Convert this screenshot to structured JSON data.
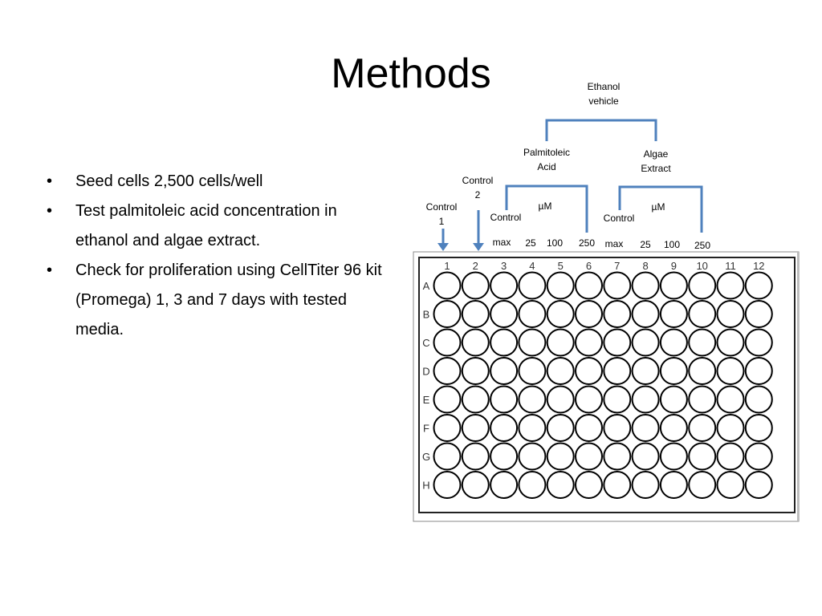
{
  "slide": {
    "title": "Methods",
    "bullet_marker": "•",
    "bullets": [
      "Seed cells 2,500 cells/well",
      "Test palmitoleic acid concentration in ethanol and algae extract.",
      "Check for proliferation using CellTiter 96 kit (Promega) 1, 3 and 7 days with tested media."
    ]
  },
  "diagram": {
    "labels": {
      "ethanol_1": "Ethanol",
      "ethanol_2": "vehicle",
      "palmitoleic_1": "Palmitoleic",
      "palmitoleic_2": "Acid",
      "algae_1": "Algae",
      "algae_2": "Extract",
      "control2_1": "Control",
      "control2_2": "2",
      "control1_1": "Control",
      "control1_2": "1",
      "control_pa": "Control",
      "control_ae": "Control",
      "um_pa": "µM",
      "um_ae": "µM",
      "pa_max": "max",
      "pa_25": "25",
      "pa_100": "100",
      "pa_250": "250",
      "ae_max": "max",
      "ae_25": "25",
      "ae_100": "100",
      "ae_250": "250"
    },
    "plate": {
      "columns": [
        "1",
        "2",
        "3",
        "4",
        "5",
        "6",
        "7",
        "8",
        "9",
        "10",
        "11",
        "12"
      ],
      "rows": [
        "A",
        "B",
        "C",
        "D",
        "E",
        "F",
        "G",
        "H"
      ]
    },
    "colors": {
      "bracket": "#4f81bd",
      "well": "#000000"
    }
  }
}
